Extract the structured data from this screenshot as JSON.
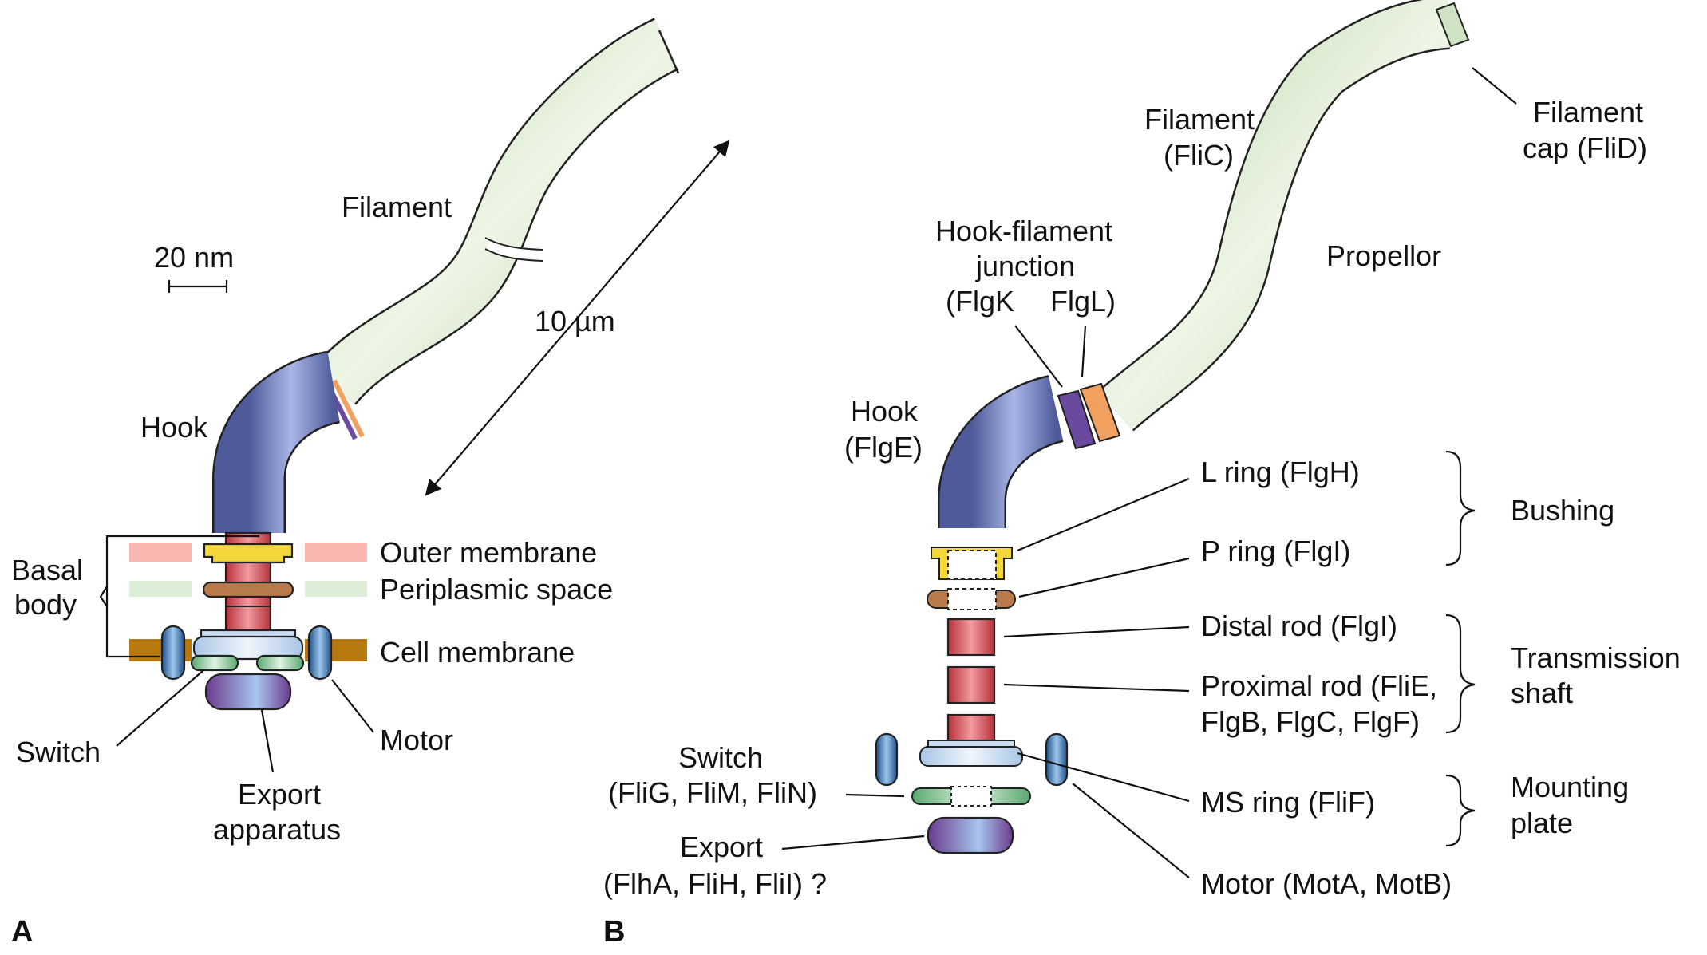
{
  "panel_a": {
    "letter": "A",
    "scale_bar": "20 nm",
    "length": "10 µm",
    "labels": {
      "filament": "Filament",
      "hook": "Hook",
      "basal_body_1": "Basal",
      "basal_body_2": "body",
      "outer_membrane": "Outer membrane",
      "periplasmic_space": "Periplasmic space",
      "cell_membrane": "Cell membrane",
      "switch": "Switch",
      "motor": "Motor",
      "export_1": "Export",
      "export_2": "apparatus"
    }
  },
  "panel_b": {
    "letter": "B",
    "labels": {
      "filament_1": "Filament",
      "filament_2": "(FliC)",
      "filament_cap_1": "Filament",
      "filament_cap_2": "cap (FliD)",
      "junction_1": "Hook-filament",
      "junction_2": "junction",
      "junction_flgk": "(FlgK",
      "junction_flgl": "FlgL)",
      "propellor": "Propellor",
      "hook_1": "Hook",
      "hook_2": "(FlgE)",
      "l_ring": "L ring (FlgH)",
      "p_ring": "P ring (FlgI)",
      "bushing": "Bushing",
      "distal_rod": "Distal rod (FlgI)",
      "proximal_rod_1": "Proximal rod (FliE,",
      "proximal_rod_2": "FlgB, FlgC, FlgF)",
      "transmission_1": "Transmission",
      "transmission_2": "shaft",
      "switch_1": "Switch",
      "switch_2": "(FliG, FliM, FliN)",
      "ms_ring": "MS ring (FliF)",
      "mounting_1": "Mounting",
      "mounting_2": "plate",
      "export_1": "Export",
      "export_2": "(FlhA, FliH, FliI) ?",
      "motor": "Motor (MotA, MotB)"
    }
  },
  "colors": {
    "filament": "#cfe3c4",
    "hook": "#6b78b8",
    "rod": "#d9545c",
    "l_ring": "#f2d63a",
    "p_ring": "#b97a4c",
    "ms_ring": "#c8ddf2",
    "switch": "#7cc48f",
    "motor": "#2f6fb0",
    "export": "#8a5aa8",
    "outer_membrane": "#f7b6b0",
    "periplasm": "#dcedd8",
    "cell_membrane": "#b8790f",
    "junction_flgk": "#6a4aa0",
    "junction_flgl": "#f2a060"
  }
}
